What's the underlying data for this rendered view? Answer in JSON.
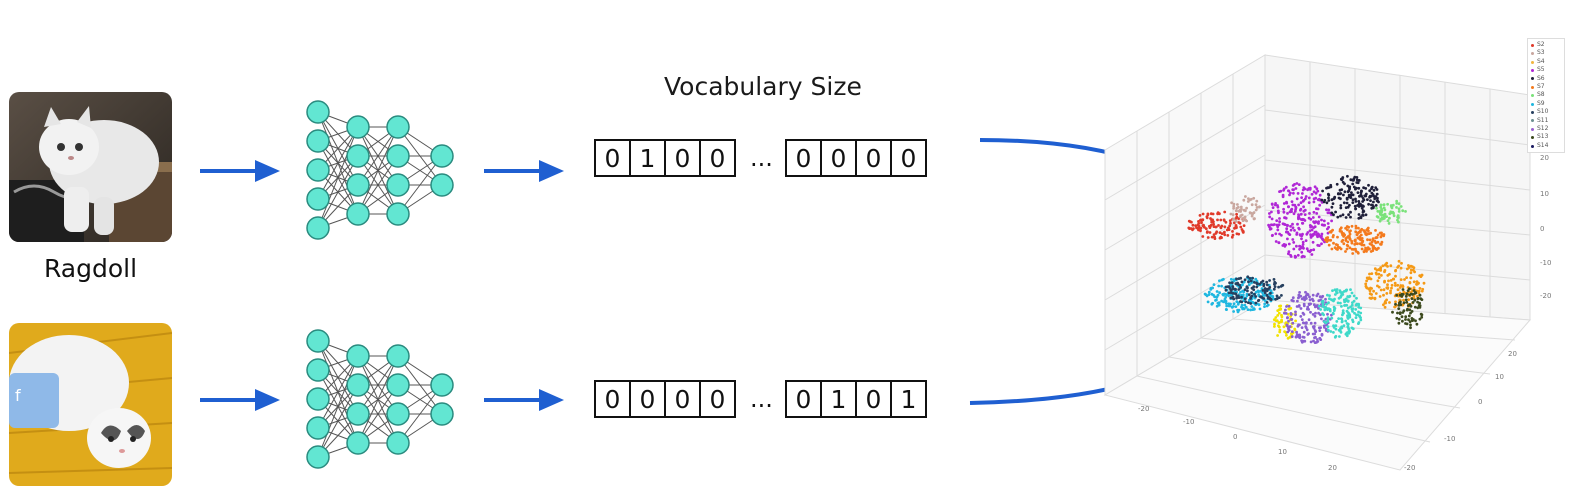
{
  "title": "Vocabulary Size",
  "samples": [
    {
      "caption": "Ragdoll",
      "vector": {
        "left": [
          "0",
          "1",
          "0",
          "0"
        ],
        "ellipsis": "...",
        "right": [
          "0",
          "0",
          "0",
          "0"
        ]
      }
    },
    {
      "caption": "",
      "vector": {
        "left": [
          "0",
          "0",
          "0",
          "0"
        ],
        "ellipsis": "...",
        "right": [
          "0",
          "1",
          "0",
          "1"
        ]
      }
    }
  ],
  "colors": {
    "arrow": "#1f5fd1",
    "neuron": "#62e6d2",
    "neuron_border": "#2a8b7f"
  },
  "plot": {
    "legend": [
      "S2",
      "S3",
      "S4",
      "S5",
      "S6",
      "S7",
      "S8",
      "S9",
      "S10",
      "S11",
      "S12",
      "S13",
      "S14"
    ],
    "legend_colors": [
      "#e03a2a",
      "#c9a79f",
      "#f2b640",
      "#b027d6",
      "#20203a",
      "#f47a1d",
      "#7ae27a",
      "#1fb7e0",
      "#27405f",
      "#6b8f8f",
      "#9a5fcf",
      "#3c4a1e",
      "#1a1a60"
    ],
    "z_ticks": [
      "20",
      "10",
      "0",
      "-10",
      "-20"
    ],
    "x_ticks": [
      "-20",
      "-10",
      "0",
      "10",
      "20"
    ],
    "y_ticks": [
      "20",
      "10",
      "0",
      "-10",
      "-20"
    ]
  }
}
